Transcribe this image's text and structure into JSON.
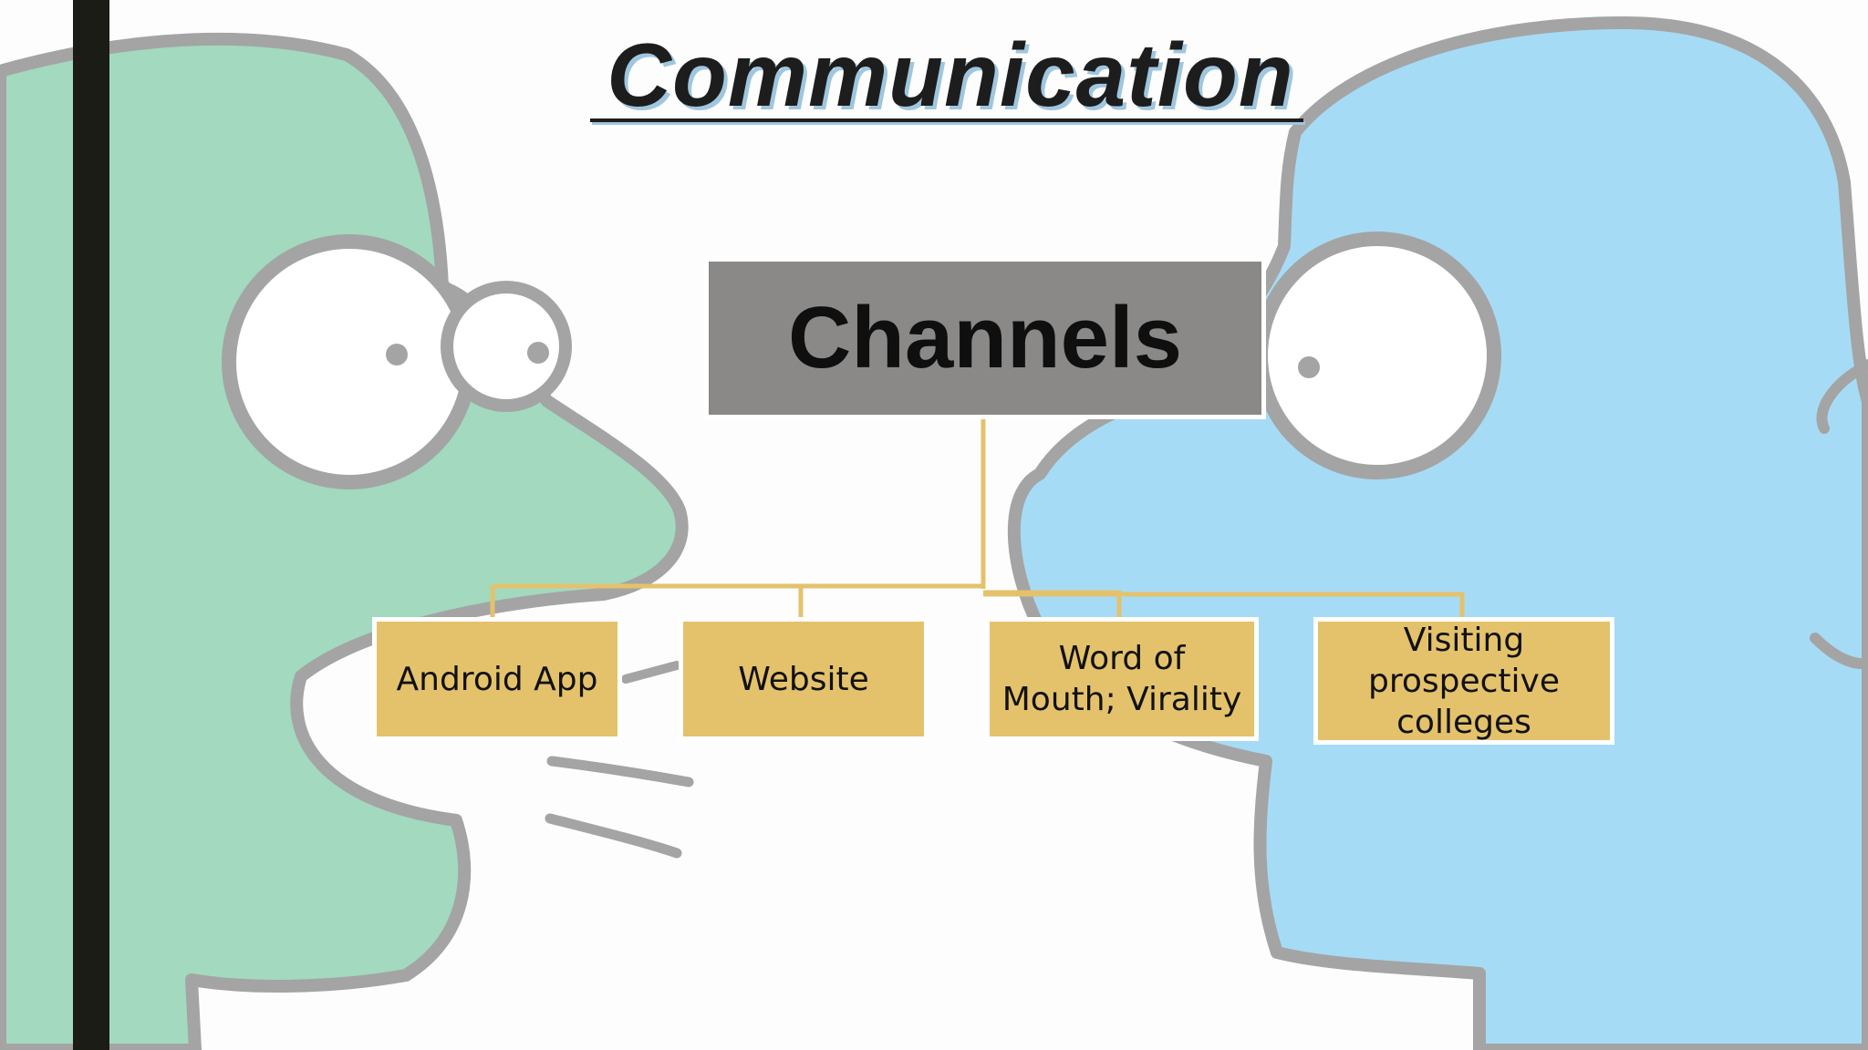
{
  "slide": {
    "title": "Communication",
    "root": {
      "label": "Channels"
    },
    "children": [
      {
        "label": "Android App"
      },
      {
        "label": "Website"
      },
      {
        "label": "Word of Mouth; Virality"
      },
      {
        "label": "Visiting prospective colleges"
      }
    ]
  },
  "colors": {
    "root_fill": "#8a8987",
    "child_fill": "#e4c26c",
    "connector": "#e4c26c",
    "left_head": "#a2d9bf",
    "right_head": "#a6dbf5",
    "outline": "#a4a4a4",
    "left_bar": "#1c1c16"
  }
}
